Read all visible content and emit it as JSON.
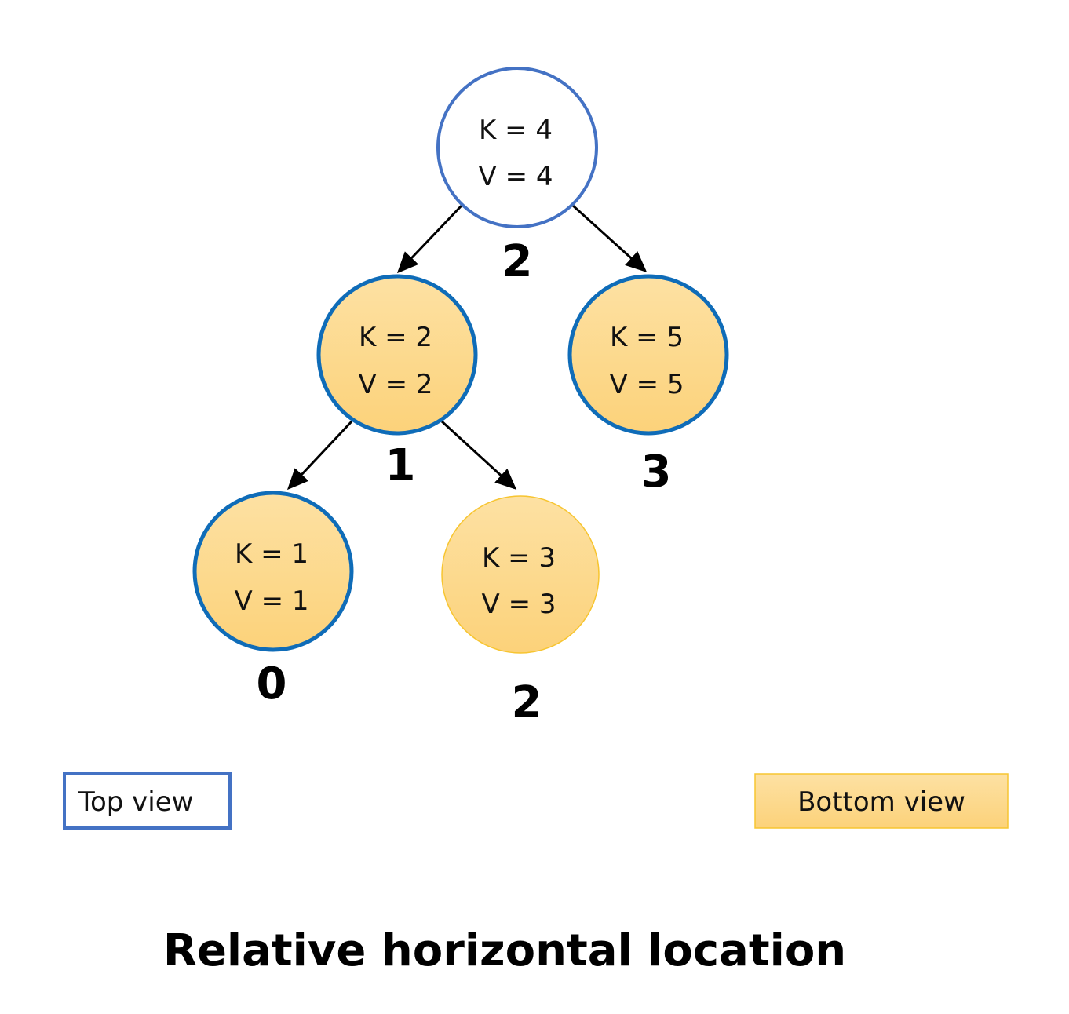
{
  "nodes": [
    {
      "id": "root",
      "key": "K = 4",
      "value": "V = 4",
      "hd": "2",
      "view": "top"
    },
    {
      "id": "left",
      "key": "K = 2",
      "value": "V = 2",
      "hd": "1",
      "view": "both"
    },
    {
      "id": "right",
      "key": "K = 5",
      "value": "V = 5",
      "hd": "3",
      "view": "both"
    },
    {
      "id": "left-left",
      "key": "K = 1",
      "value": "V = 1",
      "hd": "0",
      "view": "both"
    },
    {
      "id": "left-right",
      "key": "K = 3",
      "value": "V = 3",
      "hd": "2",
      "view": "bottom"
    }
  ],
  "edges": [
    {
      "from": "root",
      "to": "left"
    },
    {
      "from": "root",
      "to": "right"
    },
    {
      "from": "left",
      "to": "left-left"
    },
    {
      "from": "left",
      "to": "left-right"
    }
  ],
  "legend": {
    "top_view": "Top view",
    "bottom_view": "Bottom view"
  },
  "caption": "Relative horizontal location",
  "colors": {
    "top_view_border": "#4472c4",
    "both_view_border": "#0f6cb8",
    "bottom_fill_top": "#fde1a3",
    "bottom_fill_bottom": "#fcd27a",
    "bottom_border": "#f7c531",
    "edge": "#000000"
  }
}
